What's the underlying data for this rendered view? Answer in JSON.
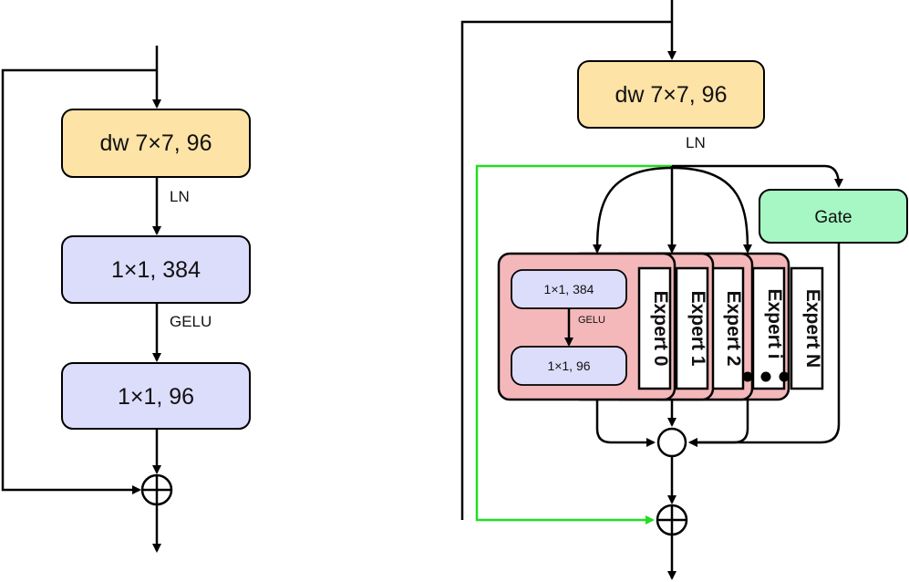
{
  "left": {
    "conv": "dw 7×7, 96",
    "norm": "LN",
    "fc1": "1×1, 384",
    "act": "GELU",
    "fc2": "1×1, 96"
  },
  "right": {
    "conv": "dw 7×7, 96",
    "norm": "LN",
    "gate": "Gate",
    "inner_fc1": "1×1, 384",
    "inner_act": "GELU",
    "inner_fc2": "1×1, 96",
    "experts": [
      "Expert 0",
      "Expert 1",
      "Expert 2",
      "Expert i",
      "Expert N"
    ]
  },
  "colors": {
    "conv_fill": "#fde3a6",
    "fc_fill": "#dcdcfb",
    "gate_fill": "#a6f7c3",
    "expert_fill": "#f4b8ba",
    "inner_fill": "#dcdcfb",
    "skip_green": "#22dd22"
  }
}
